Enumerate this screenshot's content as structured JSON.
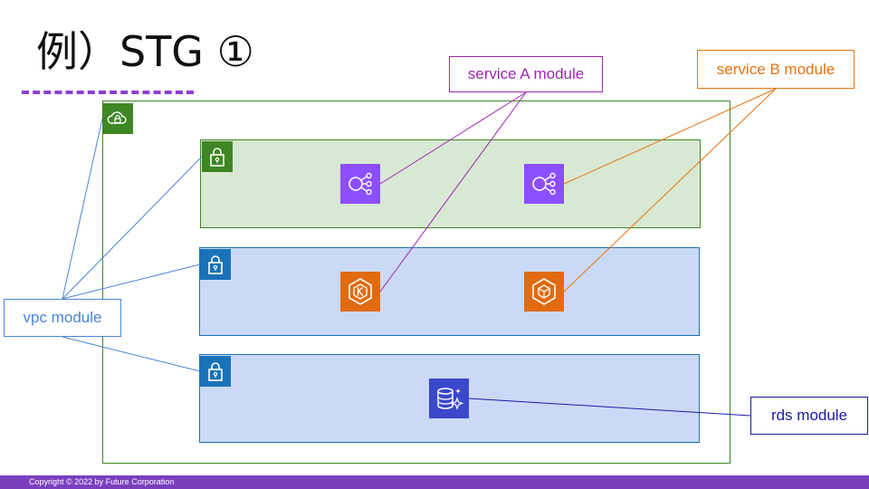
{
  "slide": {
    "title": "例）STG ①",
    "footer": "Copyright © 2022 by Future Corporation"
  },
  "labels": {
    "service_a": "service A module",
    "service_b": "service B module",
    "vpc": "vpc module",
    "rds": "rds module"
  },
  "colors": {
    "service_a": "#9c27b0",
    "service_b": "#e8720c",
    "vpc": "#4a86d9",
    "rds": "#1a1aa6",
    "vpc_border": "#3f8624",
    "public_subnet_fill": "#d8e9d3",
    "private_subnet_fill": "#cadaf6",
    "footer_bar": "#7b3fbe"
  },
  "icons": {
    "vpc_badge": "cloud-lock-icon",
    "subnet_badge": "lock-icon",
    "load_balancer": "elastic-load-balancer-icon",
    "eks": "eks-icon",
    "ecs": "ecs-icon",
    "rds": "rds-database-icon"
  }
}
